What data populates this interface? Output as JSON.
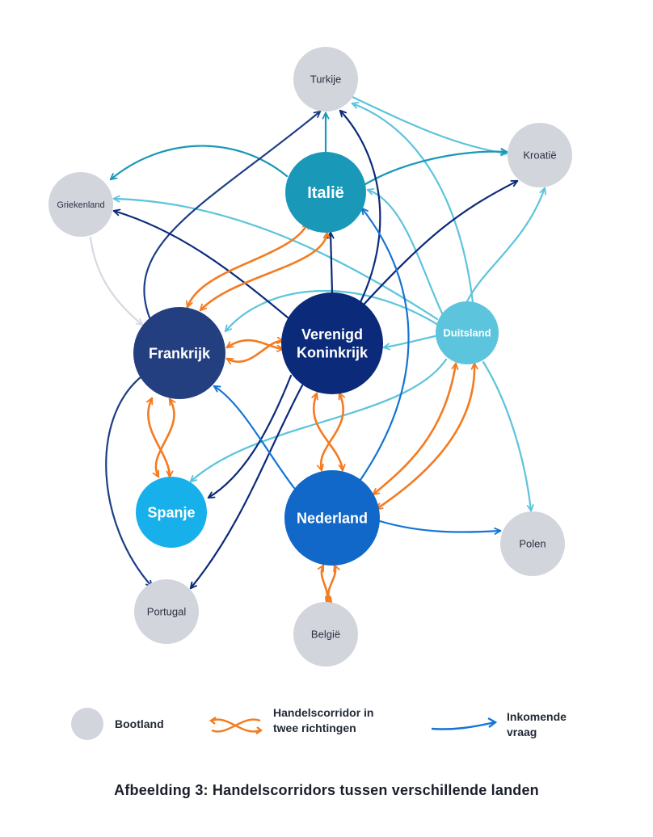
{
  "colors": {
    "orange": "#f47b20",
    "navy": "#0b2a7a",
    "darkblue": "#1d3f86",
    "blue": "#1474d4",
    "teal": "#1a98b8",
    "cyan": "#5cc4dc",
    "lightgray_arrow": "#d7d9e2",
    "gray_node": "#d3d5dd"
  },
  "nodes": {
    "turkije": {
      "label": "Turkije",
      "color": "#d3d5dd",
      "text_color": "#2a3240"
    },
    "kroatie": {
      "label": "Kroatië",
      "color": "#d3d5dd",
      "text_color": "#2a3240"
    },
    "griekenland": {
      "label": "Griekenland",
      "color": "#d3d5dd",
      "text_color": "#2a3240"
    },
    "italie": {
      "label": "Italië",
      "color": "#1a98b8",
      "text_color": "#ffffff"
    },
    "frankrijk": {
      "label": "Frankrijk",
      "color": "#243f80",
      "text_color": "#ffffff"
    },
    "vk": {
      "lines": [
        "Verenigd",
        "Koninkrijk"
      ],
      "color": "#0b2a7a",
      "text_color": "#ffffff"
    },
    "duitsland": {
      "label": "Duitsland",
      "color": "#5cc4dc",
      "text_color": "#ffffff"
    },
    "spanje": {
      "label": "Spanje",
      "color": "#18b0ea",
      "text_color": "#ffffff"
    },
    "nederland": {
      "label": "Nederland",
      "color": "#1268c8",
      "text_color": "#ffffff"
    },
    "polen": {
      "label": "Polen",
      "color": "#d3d5dd",
      "text_color": "#2a3240"
    },
    "portugal": {
      "label": "Portugal",
      "color": "#d3d5dd",
      "text_color": "#2a3240"
    },
    "belgie": {
      "label": "België",
      "color": "#d3d5dd",
      "text_color": "#2a3240"
    }
  },
  "legend": {
    "bootland": "Bootland",
    "corridor_lines": [
      "Handelscorridor in",
      "twee richtingen"
    ],
    "inkomend_lines": [
      "Inkomende",
      "vraag"
    ]
  },
  "caption": "Afbeelding 3: Handelscorridors tussen verschillende landen"
}
